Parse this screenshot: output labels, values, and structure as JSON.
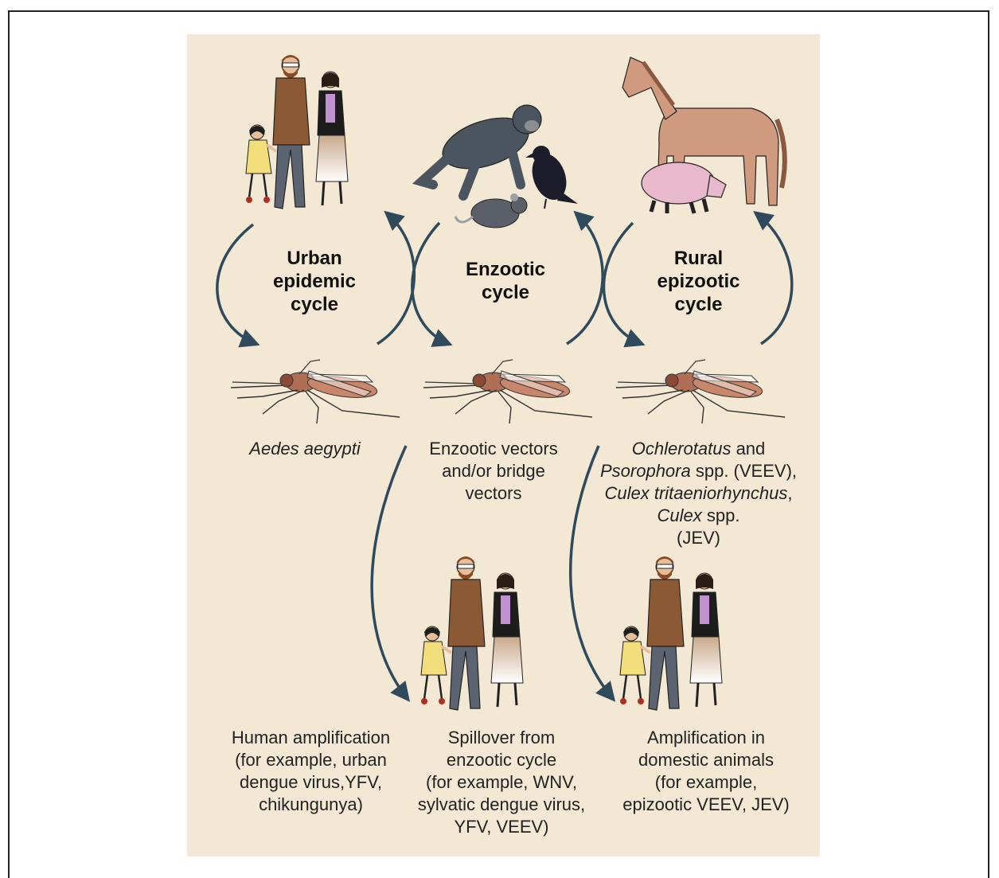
{
  "cycles": {
    "urban": [
      "Urban",
      "epidemic",
      "cycle"
    ],
    "enzootic": [
      "Enzootic",
      "cycle"
    ],
    "rural": [
      "Rural",
      "epizootic",
      "cycle"
    ]
  },
  "vectors": {
    "urban": "Aedes aegypti",
    "enzootic": [
      "Enzootic vectors",
      "and/or bridge",
      "vectors"
    ],
    "rural": {
      "l1_it": "Ochlerotatus",
      "l1_rest": " and",
      "l2_it": "Psorophora",
      "l2_rest": " spp. (VEEV),",
      "l3_it": "Culex tritaeniorhynchus",
      "l3_rest": ",",
      "l4_it": "Culex",
      "l4_rest": " spp.",
      "l5": "(JEV)"
    }
  },
  "outcomes": {
    "urban": [
      "Human amplification",
      "(for example, urban",
      "dengue virus,YFV,",
      "chikungunya)"
    ],
    "spillover": [
      "Spillover from",
      "enzootic cycle",
      "(for example, WNV,",
      "sylvatic dengue virus,",
      "YFV, VEEV)"
    ],
    "domestic": [
      "Amplification in",
      "domestic animals",
      "(for example,",
      "epizootic VEEV, JEV)"
    ]
  },
  "colors": {
    "background": "#f3e8d3",
    "arrow": "#2f4a5c",
    "mosquito": "#b06f55",
    "coat": "#8b5a35",
    "horse": "#cf9a7e",
    "pig": "#e8b8cc",
    "monkey": "#4b5560"
  },
  "icons": [
    "family-icon",
    "monkey-icon",
    "crow-icon",
    "rat-icon",
    "horse-icon",
    "pig-icon",
    "mosquito-icon",
    "cycle-arrow-icon"
  ]
}
